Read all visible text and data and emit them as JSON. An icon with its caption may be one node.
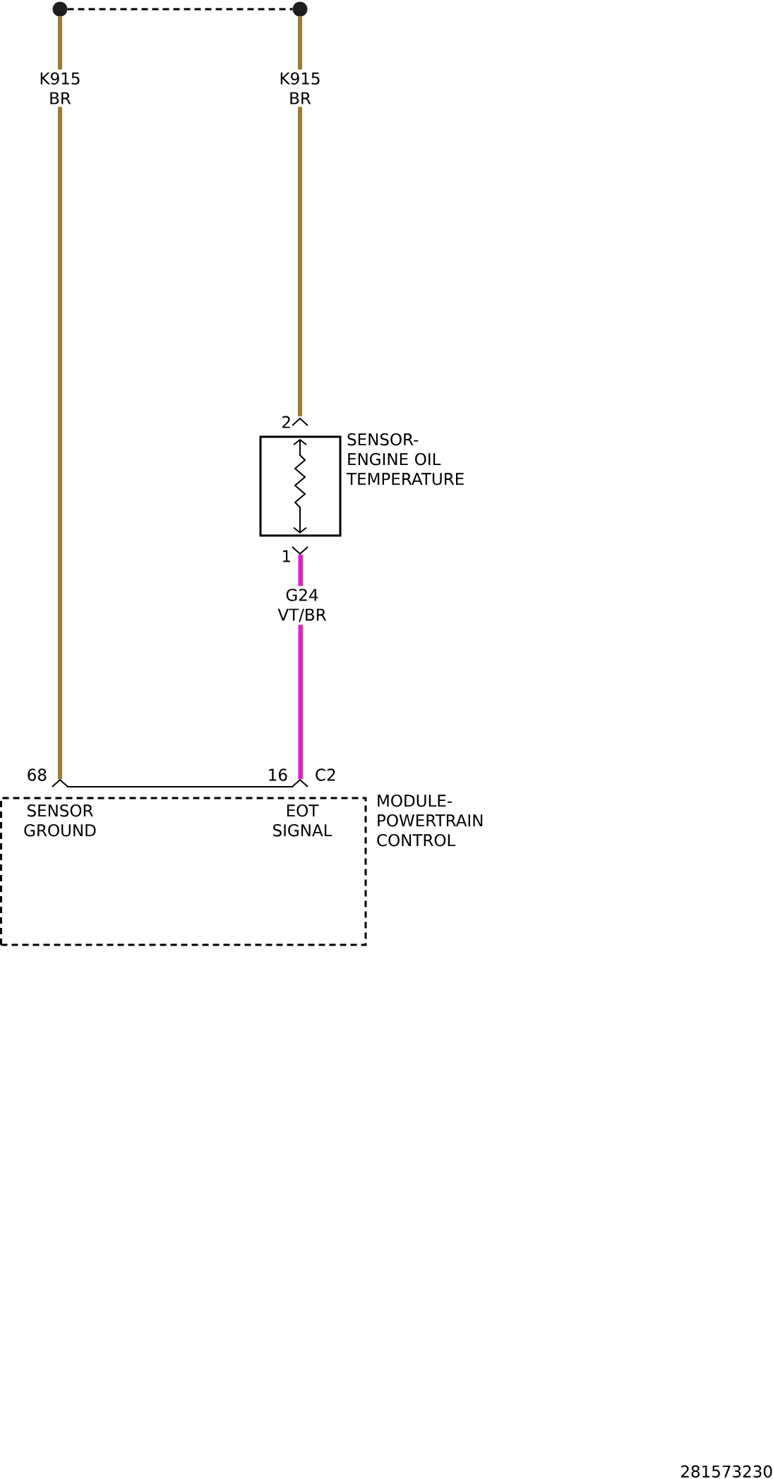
{
  "diagram": {
    "nodes": [
      {
        "text": [],
        "shape": "circle"
      },
      {
        "text": [],
        "shape": "circle"
      },
      {
        "text": [
          "SENSOR- ENGINE OIL TEMPERATURE"
        ]
      },
      {
        "text": [
          "SENSOR GROUND",
          "EOT SIGNAL",
          "MODULE- POWERTRAIN CONTROL"
        ]
      }
    ],
    "edges": [
      {
        "from": 0,
        "to": 1,
        "arrow": "none",
        "style": "dashed",
        "color": "#000000"
      },
      {
        "from": 0,
        "to": 3,
        "arrow": "none",
        "label": "K915 BR"
      },
      {
        "from": 1,
        "to": 2,
        "arrow": "none",
        "label": "K915 BR"
      },
      {
        "from": 2,
        "to": 3,
        "arrow": "none",
        "label": "G24 VT/BR",
        "color": "#ee11ee"
      }
    ],
    "labels": [
      "2",
      "1",
      "68",
      "16",
      "C2",
      "281573230"
    ]
  }
}
